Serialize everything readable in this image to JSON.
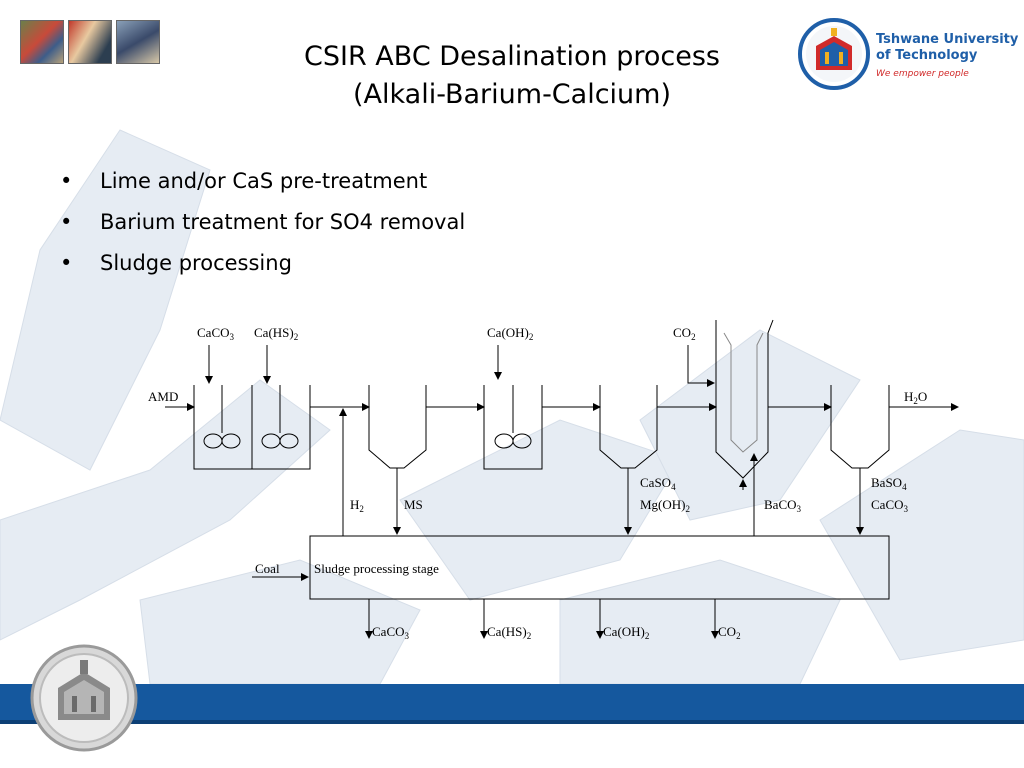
{
  "header": {
    "title_line1": "CSIR ABC Desalination process",
    "title_line2": "(Alkali-Barium-Calcium)",
    "logo_name_line1": "Tshwane University",
    "logo_name_line2": "of Technology",
    "logo_tagline": "We empower people"
  },
  "bullets": [
    "Lime and/or CaS pre-treatment",
    "Barium treatment for SO4 removal",
    "Sludge processing"
  ],
  "diagram": {
    "inputs_top": {
      "caco3": {
        "base": "CaCO",
        "sub": "3"
      },
      "cahs2": {
        "base": "Ca(HS)",
        "sub": "2"
      },
      "caoh2": {
        "base": "Ca(OH)",
        "sub": "2"
      },
      "co2": {
        "base": "CO",
        "sub": "2"
      }
    },
    "amd": "AMD",
    "h2o": {
      "base": "H",
      "sub": "2",
      "tail": "O"
    },
    "h2s": {
      "base": "H",
      "sub": "2"
    },
    "ms": "MS",
    "caso4": {
      "base": "CaSO",
      "sub": "4"
    },
    "mgoh2": {
      "base": "Mg(OH)",
      "sub": "2"
    },
    "baco3": {
      "base": "BaCO",
      "sub": "3"
    },
    "baso4": {
      "base": "BaSO",
      "sub": "4"
    },
    "caco3_b": {
      "base": "CaCO",
      "sub": "3"
    },
    "coal": "Coal",
    "sludge_stage": "Sludge processing stage",
    "outputs": {
      "caco3": {
        "base": "CaCO",
        "sub": "3"
      },
      "cahs2": {
        "base": "Ca(HS)",
        "sub": "2"
      },
      "caoh2": {
        "base": "Ca(OH)",
        "sub": "2"
      },
      "co2": {
        "base": "CO",
        "sub": "2"
      }
    }
  },
  "colors": {
    "footer_bar": "#15589e",
    "logo_blue": "#1f5fa8",
    "logo_red": "#d12a2a",
    "background_shape": "#e6ecf3"
  }
}
